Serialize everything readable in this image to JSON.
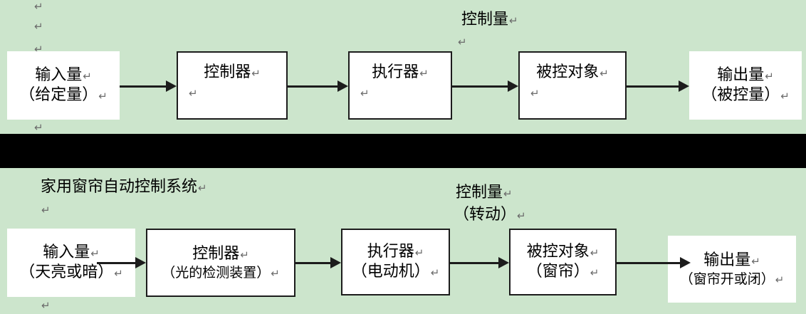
{
  "meta": {
    "background_color": "#cce5cc",
    "box_fill": "#ffffff",
    "line_color": "#1c1c1c",
    "band_color": "#000000",
    "return_mark": "↵"
  },
  "top_diagram": {
    "floating_labels": [
      {
        "name": "control-variable",
        "text": "控制量",
        "mark": "↵"
      }
    ],
    "stray_marks": [
      "↵",
      "↵",
      "↵",
      "↵",
      "↵"
    ],
    "nodes": [
      {
        "id": "input",
        "bordered": false,
        "lines": [
          {
            "text": "输入量",
            "mark": "↵",
            "align": "center"
          },
          {
            "text": "（给定量）",
            "mark": "↵",
            "align": "center"
          }
        ]
      },
      {
        "id": "controller",
        "bordered": true,
        "lines": [
          {
            "text": "控制器",
            "mark": "↵",
            "align": "center"
          },
          {
            "text": "",
            "mark": "↵",
            "align": "left"
          }
        ]
      },
      {
        "id": "actuator",
        "bordered": true,
        "lines": [
          {
            "text": "执行器",
            "mark": "↵",
            "align": "center"
          },
          {
            "text": "",
            "mark": "↵",
            "align": "left"
          }
        ]
      },
      {
        "id": "plant",
        "bordered": true,
        "lines": [
          {
            "text": "被控对象",
            "mark": "↵",
            "align": "center"
          },
          {
            "text": "",
            "mark": "↵",
            "align": "left"
          }
        ]
      },
      {
        "id": "output",
        "bordered": false,
        "lines": [
          {
            "text": "输出量",
            "mark": "↵",
            "align": "center"
          },
          {
            "text": "（被控量）",
            "mark": "↵",
            "align": "center"
          }
        ]
      }
    ]
  },
  "bottom_diagram": {
    "title": {
      "text": "家用窗帘自动控制系统",
      "mark": "↵"
    },
    "floating_labels": [
      {
        "name": "control-variable",
        "text": "控制量",
        "mark": "↵"
      },
      {
        "name": "control-variable-detail",
        "text": "（转动）",
        "mark": "↵"
      }
    ],
    "stray_marks": [
      "↵",
      "↵"
    ],
    "nodes": [
      {
        "id": "input",
        "bordered": false,
        "lines": [
          {
            "text": "输入量",
            "mark": "↵",
            "align": "center"
          },
          {
            "text": "（天亮或暗）",
            "mark": "↵",
            "align": "center"
          }
        ]
      },
      {
        "id": "controller",
        "bordered": true,
        "lines": [
          {
            "text": "控制器",
            "mark": "↵",
            "align": "center"
          },
          {
            "text": "（光的检测装置）",
            "mark": "↵",
            "align": "center"
          }
        ]
      },
      {
        "id": "actuator",
        "bordered": true,
        "lines": [
          {
            "text": "执行器",
            "mark": "↵",
            "align": "center"
          },
          {
            "text": "（电动机）",
            "mark": "↵",
            "align": "center"
          }
        ]
      },
      {
        "id": "plant",
        "bordered": true,
        "lines": [
          {
            "text": "被控对象",
            "mark": "↵",
            "align": "center"
          },
          {
            "text": "（窗帘）",
            "mark": "↵",
            "align": "center"
          }
        ]
      },
      {
        "id": "output",
        "bordered": false,
        "lines": [
          {
            "text": "输出量",
            "mark": "↵",
            "align": "center"
          },
          {
            "text": "（窗帘开或闭）",
            "mark": "↵",
            "align": "center"
          }
        ]
      }
    ]
  }
}
